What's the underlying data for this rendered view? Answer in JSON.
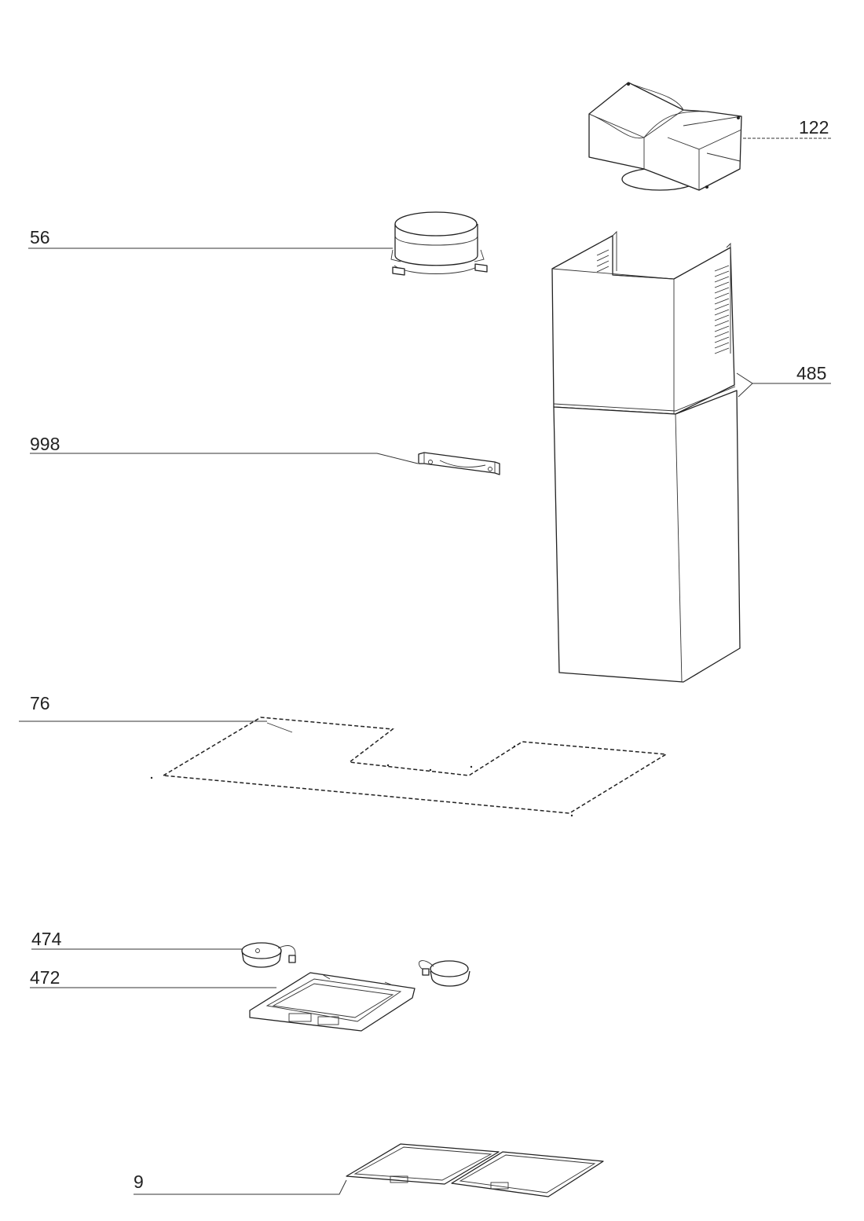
{
  "diagram": {
    "callouts": [
      {
        "id": "122",
        "label": "122"
      },
      {
        "id": "56",
        "label": "56"
      },
      {
        "id": "485",
        "label": "485"
      },
      {
        "id": "998",
        "label": "998"
      },
      {
        "id": "76",
        "label": "76"
      },
      {
        "id": "474",
        "label": "474"
      },
      {
        "id": "472",
        "label": "472"
      },
      {
        "id": "9",
        "label": "9"
      }
    ]
  }
}
